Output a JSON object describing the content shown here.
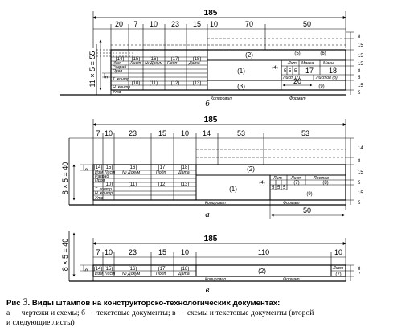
{
  "stamp_b": {
    "overall": "185",
    "dims": [
      "20",
      "7",
      "10",
      "23",
      "15",
      "10",
      "70",
      "50"
    ],
    "left_dim": "11 × 5 = 55",
    "left_small": "5",
    "right_dims": [
      "8",
      "15",
      "15",
      "15",
      "8",
      "5",
      "15",
      "5"
    ],
    "cells_top": [
      "(14)",
      "(15)",
      "(16)",
      "(17)",
      "(18)"
    ],
    "headers": [
      "Изм",
      "Лист",
      "№ Докум",
      "Подп",
      "Дата"
    ],
    "rows": [
      "Разраб",
      "Пров",
      "Т. контр",
      "Н. контр",
      "Утв"
    ],
    "row_nums": [
      "(10)",
      "(11)",
      "(12)",
      "(13)"
    ],
    "field_2": "(2)",
    "field_1": "(1)",
    "field_3": "(3)",
    "field_4": "(4)",
    "field_5": "(5)",
    "field_6": "(6)",
    "right_heads": [
      "Лит.",
      "Масса",
      "Масш"
    ],
    "sub_dims": [
      "5",
      "5",
      "5",
      "17",
      "18"
    ],
    "bottom_row": [
      "Лист (7)",
      "Листов (8)"
    ],
    "field_9": "(9)",
    "dim_20": "20",
    "footer": [
      "Копировал",
      "Формат"
    ],
    "label": "б"
  },
  "stamp_a": {
    "overall": "185",
    "dims": [
      "7",
      "10",
      "23",
      "15",
      "10",
      "14",
      "53",
      "53"
    ],
    "left_dim": "8 × 5 = 40",
    "left_small": "5",
    "right_dims": [
      "14",
      "8",
      "15",
      "5",
      "15",
      "5"
    ],
    "cells_top": [
      "(14)",
      "(15)",
      "(16)",
      "(17)",
      "(18)"
    ],
    "headers": [
      "Изм",
      "Лист",
      "№ Докум",
      "Подп",
      "Дата"
    ],
    "rows": [
      "Разраб",
      "Пров",
      "Т. контр",
      "Н. контр",
      "Утв"
    ],
    "row_nums": [
      "(10)",
      "(11)",
      "(12)",
      "(13)"
    ],
    "field_2": "(2)",
    "field_1": "(1)",
    "field_4": "(4)",
    "right_heads": [
      "Лит",
      "Лист",
      "Листов"
    ],
    "right_nums": [
      "(7)",
      "(8)"
    ],
    "sub_dims": [
      "5",
      "5",
      "5"
    ],
    "field_9": "(9)",
    "dim_50": "50",
    "footer": [
      "Копировал",
      "Формат"
    ],
    "label": "а"
  },
  "stamp_v": {
    "overall": "185",
    "dims": [
      "7",
      "10",
      "23",
      "15",
      "10",
      "110",
      "10"
    ],
    "left_dim": "8 × 5 = 40",
    "left_small": "5",
    "right_dims": [
      "8",
      "7"
    ],
    "cells_top": [
      "(14)",
      "(15)",
      "(16)",
      "(17)",
      "(18)"
    ],
    "headers": [
      "Изм",
      "Лист",
      "№ Докум",
      "Подп",
      "Дата"
    ],
    "field_2": "(2)",
    "sheet_label": "Лист",
    "sheet_num": "(7)",
    "footer": [
      "Копировал",
      "Формат"
    ],
    "label": "в"
  },
  "caption": {
    "fig_prefix": "Рис",
    "fig_number": "3",
    "title": ". Виды штампов на конструкторско-технологических документах:",
    "line1": "а — чертежи и схемы; б — текстовые документы; в — схемы и текстовые документы (второй",
    "line2": "и следующие листы)"
  }
}
